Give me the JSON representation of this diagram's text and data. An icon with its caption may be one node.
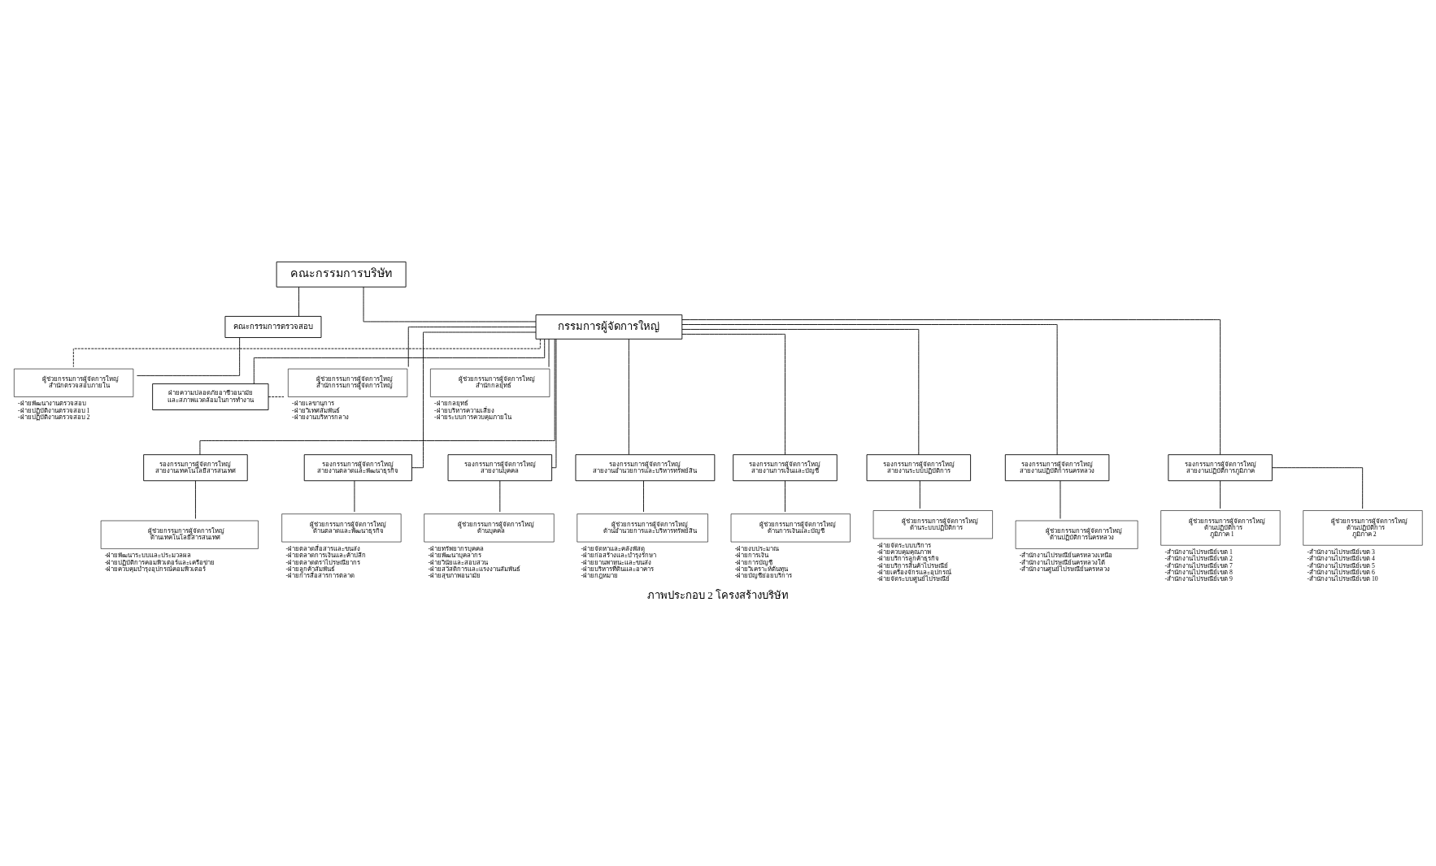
{
  "diagram": {
    "caption": "ภาพประกอบ 2 โครงสร้างบริษัท",
    "nodes": [
      {
        "text": [
          "คณะกรรมการบริษัท"
        ]
      },
      {
        "text": [
          "คณะกรรมการตรวจสอบ"
        ]
      },
      {
        "text": [
          "กรรมการผู้จัดการใหญ่"
        ]
      },
      {
        "text": [
          "ผู้ช่วยกรรมการผู้จัดการใหญ่",
          "สำนักตรวจสอบภายใน"
        ],
        "beside": [
          "-ฝ่ายพัฒนางานตรวจสอบ",
          "-ฝ่ายปฏิบัติงานตรวจสอบ 1",
          "-ฝ่ายปฏิบัติงานตรวจสอบ 2"
        ]
      },
      {
        "text": [
          "ฝ่ายความปลอดภัยอาชีวอนามัย",
          "และสภาพแวดล้อมในการทำงาน"
        ]
      },
      {
        "text": [
          "ผู้ช่วยกรรมการผู้จัดการใหญ่",
          "สำนักกรรมการผู้จัดการใหญ่"
        ],
        "beside": [
          "-ฝ่ายเลขานุการ",
          "-ฝ่ายวิเทศสัมพันธ์",
          "-ฝ่ายงานบริหารกลาง"
        ]
      },
      {
        "text": [
          "ผู้ช่วยกรรมการผู้จัดการใหญ่",
          "สำนักกลยุทธ์"
        ],
        "beside": [
          "-ฝ่ายกลยุทธ์",
          "-ฝ่ายบริหารความเสี่ยง",
          "-ฝ่ายระบบการควบคุมภายใน"
        ]
      },
      {
        "text": [
          "รองกรรมการผู้จัดการใหญ่",
          "สายงานเทคโนโลยีสารสนเทศ"
        ]
      },
      {
        "text": [
          "รองกรรมการผู้จัดการใหญ่",
          "สายงานตลาดและพัฒนาธุรกิจ"
        ]
      },
      {
        "text": [
          "รองกรรมการผู้จัดการใหญ่",
          "สายงานบุคคล"
        ]
      },
      {
        "text": [
          "รองกรรมการผู้จัดการใหญ่",
          "สายงานอำนวยการและบริหารทรัพย์สิน"
        ]
      },
      {
        "text": [
          "รองกรรมการผู้จัดการใหญ่",
          "สายงานการเงินและบัญชี"
        ]
      },
      {
        "text": [
          "รองกรรมการผู้จัดการใหญ่",
          "สายงานระบบปฏิบัติการ"
        ]
      },
      {
        "text": [
          "รองกรรมการผู้จัดการใหญ่",
          "สายงานปฏิบัติการนครหลวง"
        ]
      },
      {
        "text": [
          "รองกรรมการผู้จัดการใหญ่",
          "สายงานปฏิบัติการภูมิภาค"
        ]
      },
      {
        "text": [
          "ผู้ช่วยกรรมการผู้จัดการใหญ่",
          "ด้านเทคโนโลยีสารสนเทศ"
        ],
        "beside": [
          "-ฝ่ายพัฒนาระบบและประมวลผล",
          "-ฝ่ายปฏิบัติการคอมพิวเตอร์และเครือข่าย",
          "-ฝ่ายควบคุมบำรุงอุปกรณ์คอมพิวเตอร์"
        ]
      },
      {
        "text": [
          "ผู้ช่วยกรรมการผู้จัดการใหญ่",
          "ด้านตลาดและพัฒนาธุรกิจ"
        ],
        "beside": [
          "-ฝ่ายตลาดสื่อสารและขนส่ง",
          "-ฝ่ายตลาดการเงินและค้าปลีก",
          "-ฝ่ายตลาดตราไปรษณียากร",
          "-ฝ่ายลูกค้าสัมพันธ์",
          "-ฝ่ายการสื่อสารการตลาด"
        ]
      },
      {
        "text": [
          "ผู้ช่วยกรรมการผู้จัดการใหญ่",
          "ด้านบุคคล"
        ],
        "beside": [
          "-ฝ่ายทรัพยากรบุคคล",
          "-ฝ่ายพัฒนาบุคลากร",
          "-ฝ่ายวินัยและสอบสวน",
          "-ฝ่ายสวัสดิการและแรงงานสัมพันธ์",
          "-ฝ่ายสุขภาพอนามัย"
        ]
      },
      {
        "text": [
          "ผู้ช่วยกรรมการผู้จัดการใหญ่",
          "ด้านอำนวยการและบริหารทรัพย์สิน"
        ],
        "beside": [
          "-ฝ่ายจัดหาและคลังพัสดุ",
          "-ฝ่ายก่อสร้างและบำรุงรักษา",
          "-ฝ่ายยานพาหนะและขนส่ง",
          "-ฝ่ายบริหารที่ดินและอาคาร",
          "-ฝ่ายกฎหมาย"
        ]
      },
      {
        "text": [
          "ผู้ช่วยกรรมการผู้จัดการใหญ่",
          "ด้านการเงินและบัญชี"
        ],
        "beside": [
          "-ฝ่ายงบประมาณ",
          "-ฝ่ายการเงิน",
          "-ฝ่ายการบัญชี",
          "-ฝ่ายวิเคราะห์ต้นทุน",
          "-ฝ่ายบัญชีย่อยบริการ"
        ]
      },
      {
        "text": [
          "ผู้ช่วยกรรมการผู้จัดการใหญ่",
          "ด้านระบบปฏิบัติการ"
        ],
        "beside": [
          "-ฝ่ายจัดระบบบริการ",
          "-ฝ่ายควบคุมคุณภาพ",
          "-ฝ่ายบริการลูกค้าธุรกิจ",
          "-ฝ่ายบริการสินค้าไปรษณีย์",
          "-ฝ่ายเครื่องจักรและอุปกรณ์",
          "-ฝ่ายจัดระบบศูนย์ไปรษณีย์"
        ]
      },
      {
        "text": [
          "ผู้ช่วยกรรมการผู้จัดการใหญ่",
          "ด้านปฏิบัติการนครหลวง"
        ],
        "beside": [
          "-สำนักงานไปรษณีย์นครหลวงเหนือ",
          "-สำนักงานไปรษณีย์นครหลวงใต้",
          "-สำนักงานศูนย์ไปรษณีย์นครหลวง"
        ]
      },
      {
        "text": [
          "ผู้ช่วยกรรมการผู้จัดการใหญ่",
          "ด้านปฏิบัติการ",
          "ภูมิภาค 1"
        ],
        "beside": [
          "-สำนักงานไปรษณีย์เขต 1",
          "-สำนักงานไปรษณีย์เขต 2",
          "-สำนักงานไปรษณีย์เขต 7",
          "-สำนักงานไปรษณีย์เขต 8",
          "-สำนักงานไปรษณีย์เขต 9"
        ]
      },
      {
        "text": [
          "ผู้ช่วยกรรมการผู้จัดการใหญ่",
          "ด้านปฏิบัติการ",
          "ภูมิภาค 2"
        ],
        "beside": [
          "-สำนักงานไปรษณีย์เขต 3",
          "-สำนักงานไปรษณีย์เขต 4",
          "-สำนักงานไปรษณีย์เขต 5",
          "-สำนักงานไปรษณีย์เขต 6",
          "-สำนักงานไปรษณีย์เขต 10"
        ]
      }
    ],
    "edges": [
      {
        "from": 0,
        "to": 2,
        "arrow": "none"
      },
      {
        "from": 0,
        "to": 1,
        "arrow": "none"
      },
      {
        "from": 1,
        "to": 3,
        "arrow": "none"
      },
      {
        "from": 2,
        "to": 3,
        "arrow": "none",
        "style": "dashed"
      },
      {
        "from": 2,
        "to": 4,
        "arrow": "none"
      },
      {
        "from": 4,
        "to": 5,
        "arrow": "none",
        "style": "dashed"
      },
      {
        "from": 2,
        "to": 5,
        "arrow": "none"
      },
      {
        "from": 2,
        "to": 6,
        "arrow": "none"
      },
      {
        "from": 2,
        "to": 7,
        "arrow": "none"
      },
      {
        "from": 2,
        "to": 8,
        "arrow": "none"
      },
      {
        "from": 2,
        "to": 9,
        "arrow": "none"
      },
      {
        "from": 2,
        "to": 10,
        "arrow": "none"
      },
      {
        "from": 2,
        "to": 11,
        "arrow": "none"
      },
      {
        "from": 2,
        "to": 12,
        "arrow": "none"
      },
      {
        "from": 2,
        "to": 13,
        "arrow": "none"
      },
      {
        "from": 2,
        "to": 14,
        "arrow": "none"
      },
      {
        "from": 7,
        "to": 15,
        "arrow": "none"
      },
      {
        "from": 8,
        "to": 16,
        "arrow": "none"
      },
      {
        "from": 9,
        "to": 17,
        "arrow": "none"
      },
      {
        "from": 10,
        "to": 18,
        "arrow": "none"
      },
      {
        "from": 11,
        "to": 19,
        "arrow": "none"
      },
      {
        "from": 12,
        "to": 20,
        "arrow": "none"
      },
      {
        "from": 13,
        "to": 21,
        "arrow": "none"
      },
      {
        "from": 14,
        "to": 22,
        "arrow": "none"
      },
      {
        "from": 14,
        "to": 23,
        "arrow": "none"
      }
    ]
  }
}
